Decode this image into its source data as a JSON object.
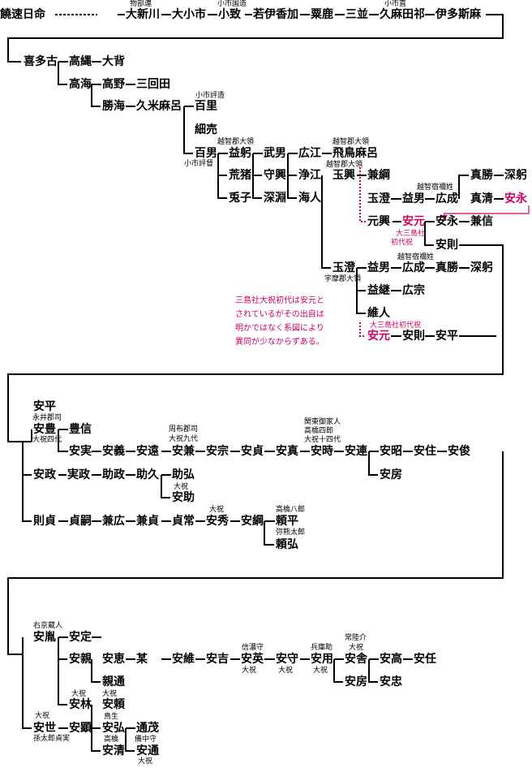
{
  "diagram": {
    "names": {
      "nigihayahi": "饒速日命",
      "oshinkawa": "大新川",
      "oshi": "大小市",
      "oshiichi_r": "小致",
      "waka": "若伊香加",
      "kurika": "粟鹿",
      "mitsuna": "三並",
      "kumata": "久麻田祁",
      "itashi": "伊多斯麻",
      "kitako": "喜多古",
      "takanawa": "高縄",
      "ose": "大背",
      "takami": "高海",
      "takano": "高野",
      "mitada": "三回田",
      "katsuumi": "勝海",
      "kumemaro": "久米麻呂",
      "momosato": "百里",
      "hosoei": "細売",
      "momoo": "百男",
      "masumi": "益躬",
      "takeo": "武男",
      "hiroe": "広江",
      "asukamaro": "飛鳥麻呂",
      "arainoshi": "荒猪",
      "moriaki": "守興",
      "jyoko": "浄江",
      "tamaoki": "玉興",
      "kanetsuna": "兼綱",
      "usagi": "兎子",
      "fukabuchi": "深淵",
      "amahito": "海人",
      "tamasumi_a": "玉澄",
      "masuo_a": "益男",
      "hironari_a": "広成",
      "masaru_a": "真勝",
      "fukami_a": "深躬",
      "makiyo": "真清",
      "yasunaga_a": "安永",
      "motooki": "元興",
      "yasumoto_a": "安元",
      "yasunaga_b": "安永",
      "kanenobu": "兼信",
      "yasunori_a": "安則",
      "tamasumi_b": "玉澄",
      "masuo_b": "益男",
      "hironari_b": "広成",
      "masaru_b": "真勝",
      "fukami_b": "深躬",
      "masutsugu": "益継",
      "hiromune": "広宗",
      "koreto": "維人",
      "yasumoto_b": "安元",
      "yasunori_b": "安則",
      "yasuhira_a": "安平",
      "yasuhira_b": "安平",
      "yasutoyo": "安豊",
      "toyonobu": "豊信",
      "yasuzane": "安実",
      "yasuyoshi": "安義",
      "yasuto": "安遠",
      "yasukane": "安兼",
      "yasumune": "安宗",
      "yasusada": "安貞",
      "yasuma": "安真",
      "yasutoki": "安時",
      "yasutsura": "安連",
      "yasuaki": "安昭",
      "yasuzumi": "安住",
      "yasutoshi": "安俊",
      "yasufusa_a": "安房",
      "yasumasa": "安政",
      "sanemasa": "実政",
      "sukemasa": "助政",
      "sukehisa": "助久",
      "sukehiro": "助弘",
      "yasusuke": "安助",
      "norisada": "則貞",
      "sadatsugu": "貞嗣",
      "kanehiro": "兼広",
      "kanesada": "兼貞",
      "sadatsune": "貞常",
      "yasuhide": "安秀",
      "yasutsuna": "安綱",
      "yorihira": "頼平",
      "yorihiro": "頼弘",
      "yasutane": "安胤",
      "yasusada2": "安定",
      "yasuchika": "安親",
      "yasue": "安恵",
      "bou": "某",
      "yasutsugu": "安維",
      "yasuyoshi2": "安吉",
      "yasuhide2": "安英",
      "yasumori": "安守",
      "yasumochi": "安用",
      "yasunari": "安舎",
      "yasutaka": "安高",
      "yasutou": "安任",
      "chikamichi": "親通",
      "yasufusa_b": "安房",
      "yasutada": "安忠",
      "yasubayashi": "安林",
      "yasuyori": "安頼",
      "yasuyo": "安世",
      "yasuaki2": "安顕",
      "yasuhiro": "安弘",
      "michishige": "通茂",
      "yasukiyo": "安清",
      "yasumichi": "安通"
    },
    "titles": {
      "mononobe": "物部連",
      "oyaku": "小市国造",
      "oyaku2": "小市直",
      "momo_hyo": "小市評造",
      "momo_tok": "小市評督",
      "etsu1": "越智郡大領",
      "etsu2": "越智郡大領",
      "etsu3": "越智郡大領",
      "etsu4": "越智宿禰姓",
      "etsu5": "越智宿禰姓",
      "uma": "宇摩郡大領",
      "oyamazumi1": "大三島社",
      "shodai1": "初代祝",
      "oyamazumi2": "大三島社初代祝",
      "nagai": "永井郡司",
      "hafuri4": "大祝四代",
      "suou": "周布郡司",
      "hafuri9": "大祝九代",
      "kanto": "関東御家人",
      "takahashi4": "高橋四郎",
      "hafuri14": "大祝十四代",
      "hafuri_sukeh": "大祝",
      "hafuri_hide": "大祝",
      "takahashi8": "高橋八郎",
      "mikuma": "弥熊太郎",
      "ukyo": "右京蔵人",
      "shinano": "信濃守",
      "hafuri_hide2": "大祝",
      "hafuri_mori": "大祝",
      "hyogo": "兵庫助",
      "hafuri_mochi": "大祝",
      "hitachi": "常陸介",
      "hafuri_nari": "大祝",
      "hafuri_bay": "大祝",
      "hafuri_yori": "大祝",
      "hafuri_yo": "大祝",
      "magotaro": "孫太郎貞実",
      "torii": "鳥生",
      "takahashi_k": "高橋",
      "bicchu": "備中守",
      "hafuri_mich": "大祝"
    },
    "note": [
      "三島社大祝初代は安元と",
      "されているがその出自は",
      "明かではなく系図により",
      "異同が少なからずある。"
    ],
    "colors": {
      "line": "#000000",
      "accent": "#cc0066"
    }
  }
}
